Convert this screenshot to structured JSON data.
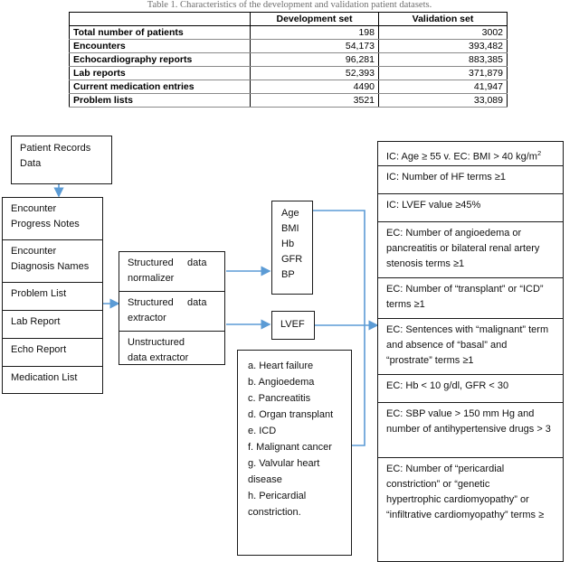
{
  "table": {
    "caption": "Table 1. Characteristics of the development and validation patient datasets.",
    "columns": [
      "",
      "Development set",
      "Validation set"
    ],
    "rows": [
      {
        "label": "Total number of patients",
        "development": "198",
        "validation": "3002"
      },
      {
        "label": "Encounters",
        "development": "54,173",
        "validation": "393,482"
      },
      {
        "label": "Echocardiography reports",
        "development": "96,281",
        "validation": "883,385"
      },
      {
        "label": "Lab reports",
        "development": "52,393",
        "validation": "371,879"
      },
      {
        "label": "Current medication entries",
        "development": "4490",
        "validation": "41,947"
      },
      {
        "label": "Problem lists",
        "development": "3521",
        "validation": "33,089"
      }
    ]
  },
  "flow": {
    "source_box": {
      "line1": "Patient Records",
      "line2": "Data"
    },
    "record_types": [
      {
        "line1": "Encounter",
        "line2": "Progress Notes"
      },
      {
        "line1": "Encounter",
        "line2": "Diagnosis Names"
      },
      {
        "line1": "Problem List",
        "line2": ""
      },
      {
        "line1": "Lab Report",
        "line2": ""
      },
      {
        "line1": "Echo Report",
        "line2": ""
      },
      {
        "line1": "Medication List",
        "line2": ""
      }
    ],
    "processors": [
      {
        "line1": "Structured     data",
        "line2": "normalizer"
      },
      {
        "line1": "Structured     data",
        "line2": "extractor"
      },
      {
        "line1": "Unstructured",
        "line2": "data extractor"
      }
    ],
    "variables": [
      "Age",
      "BMI",
      "Hb",
      "GFR",
      "BP"
    ],
    "lvef": "LVEF",
    "conditions": [
      "a. Heart failure",
      "b. Angioedema",
      "c. Pancreatitis",
      "d. Organ transplant",
      "e. ICD",
      "f. Malignant cancer",
      "g. Valvular heart",
      "disease",
      "h. Pericardial",
      "constriction."
    ],
    "criteria": [
      {
        "lines": [
          "IC: Age ≥ 55 v. EC: BMI > 40 kg/m"
        ],
        "superscript": "2"
      },
      {
        "lines": [
          "IC: Number of HF terms ≥1"
        ],
        "superscript": ""
      },
      {
        "lines": [
          "IC: LVEF value ≥45%"
        ],
        "superscript": ""
      },
      {
        "lines": [
          "EC: Number of angioedema or",
          "pancreatitis or bilateral renal artery",
          "stenosis terms ≥1"
        ],
        "superscript": ""
      },
      {
        "lines": [
          "EC: Number of “transplant” or “ICD”",
          "terms ≥1"
        ],
        "superscript": ""
      },
      {
        "lines": [
          "EC: Sentences with “malignant” term",
          "and absence of “basal” and",
          "“prostrate” terms ≥1"
        ],
        "superscript": ""
      },
      {
        "lines": [
          "EC: Hb < 10 g/dl, GFR < 30"
        ],
        "superscript": ""
      },
      {
        "lines": [
          "EC: SBP value > 150 mm Hg and",
          "number of antihypertensive drugs > 3"
        ],
        "superscript": ""
      },
      {
        "lines": [
          "EC: Number of “pericardial",
          "constriction” or “genetic",
          "hypertrophic cardiomyopathy” or",
          "“infiltrative cardiomyopathy” terms ≥"
        ],
        "superscript": ""
      }
    ]
  },
  "colors": {
    "arrow": "#5B9BD5",
    "border": "#1a1a1a",
    "caption": "#6f6f6f",
    "table_rule": "#8a8a8a"
  }
}
